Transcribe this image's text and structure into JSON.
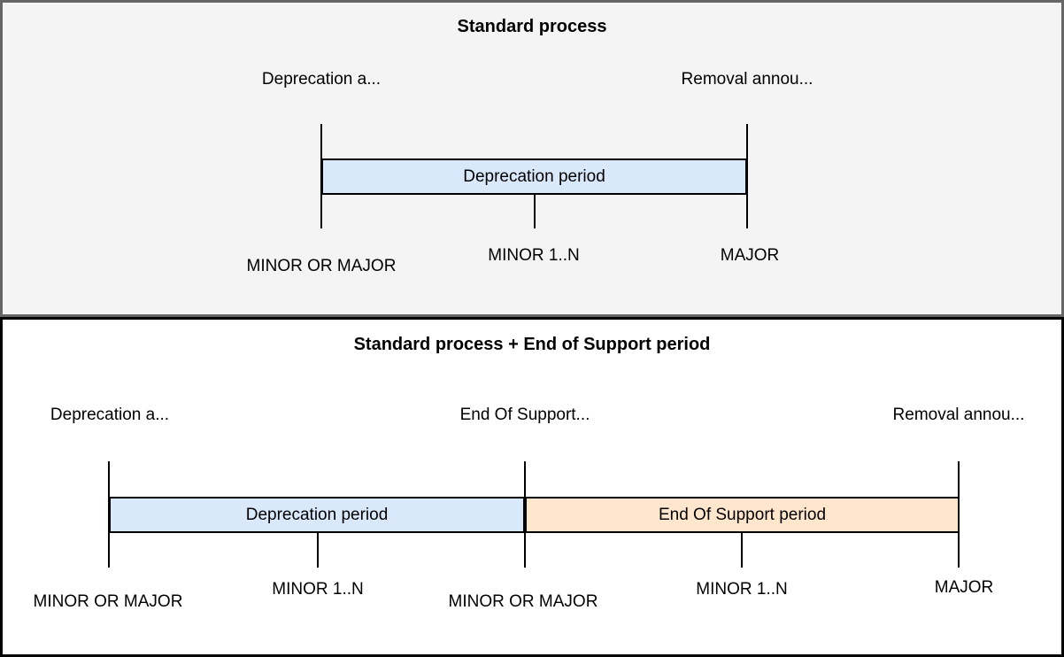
{
  "colors": {
    "deprecation_fill": "#dae8fc",
    "end_of_support_fill": "#ffe6cc",
    "top_panel_bg": "#f4f4f4",
    "line_color": "#000000"
  },
  "panel_top": {
    "title": "Standard process",
    "event_labels": {
      "deprecation": "Deprecation a...",
      "removal": "Removal annou..."
    },
    "bar": {
      "label": "Deprecation period",
      "fill": "#dae8fc"
    },
    "release_labels": {
      "start": "MINOR OR MAJOR",
      "mid": "MINOR 1..N",
      "end": "MAJOR"
    }
  },
  "panel_bottom": {
    "title": "Standard process + End of Support period",
    "event_labels": {
      "deprecation": "Deprecation a...",
      "end_of_support": "End Of Support...",
      "removal": "Removal annou..."
    },
    "bars": {
      "deprecation": {
        "label": "Deprecation period",
        "fill": "#dae8fc"
      },
      "end_of_support": {
        "label": "End Of Support period",
        "fill": "#ffe6cc"
      }
    },
    "release_labels": {
      "start": "MINOR OR MAJOR",
      "mid1": "MINOR 1..N",
      "boundary": "MINOR OR MAJOR",
      "mid2": "MINOR 1..N",
      "end": "MAJOR"
    }
  }
}
